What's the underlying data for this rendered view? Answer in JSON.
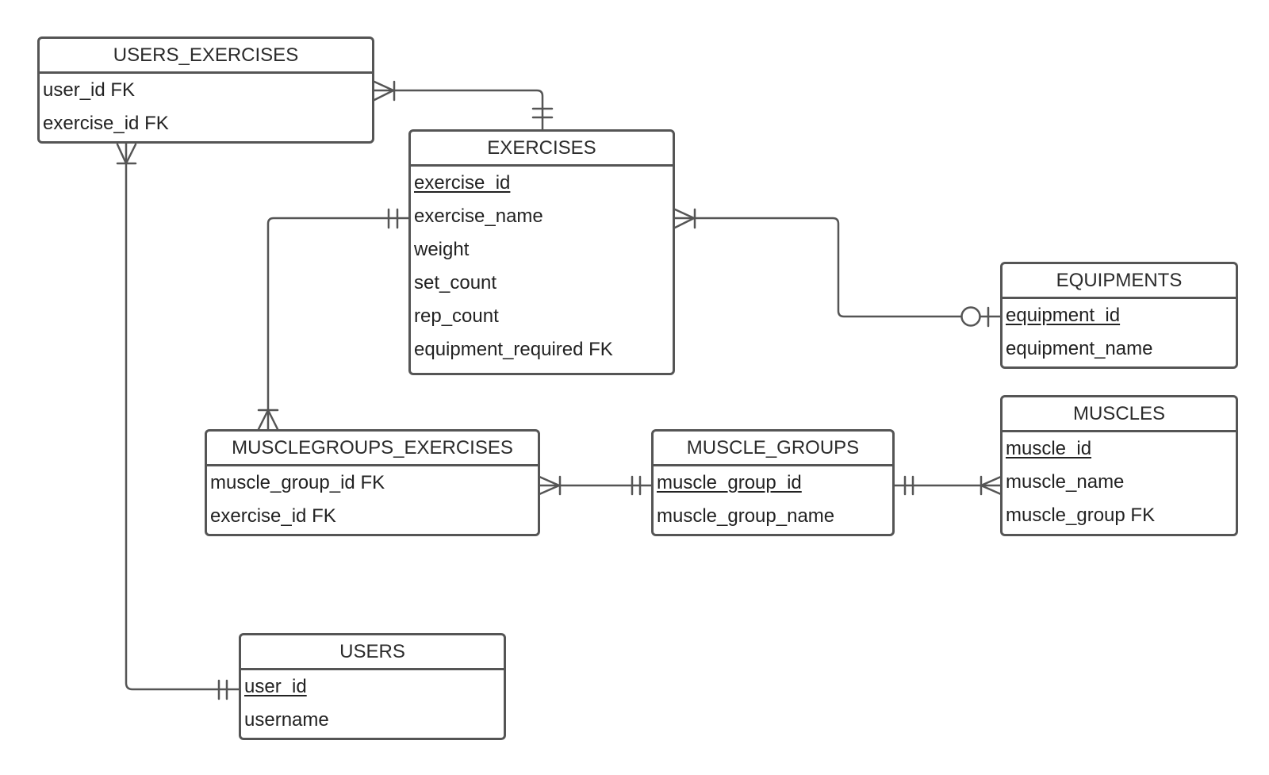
{
  "diagram": {
    "colors": {
      "line": "#555555",
      "text": "#222222",
      "background": "#ffffff"
    },
    "entities": {
      "users_exercises": {
        "title": "USERS_EXERCISES",
        "attributes": [
          {
            "name": "user_id FK",
            "pk": false
          },
          {
            "name": "exercise_id FK",
            "pk": false
          }
        ]
      },
      "exercises": {
        "title": "EXERCISES",
        "attributes": [
          {
            "name": "exercise_id",
            "pk": true
          },
          {
            "name": "exercise_name",
            "pk": false
          },
          {
            "name": "weight",
            "pk": false
          },
          {
            "name": "set_count",
            "pk": false
          },
          {
            "name": "rep_count",
            "pk": false
          },
          {
            "name": "equipment_required FK",
            "pk": false
          }
        ]
      },
      "equipments": {
        "title": "EQUIPMENTS",
        "attributes": [
          {
            "name": "equipment_id",
            "pk": true
          },
          {
            "name": "equipment_name",
            "pk": false
          }
        ]
      },
      "musclegroups_exercises": {
        "title": "MUSCLEGROUPS_EXERCISES",
        "attributes": [
          {
            "name": "muscle_group_id FK",
            "pk": false
          },
          {
            "name": "exercise_id FK",
            "pk": false
          }
        ]
      },
      "muscle_groups": {
        "title": "MUSCLE_GROUPS",
        "attributes": [
          {
            "name": "muscle_group_id",
            "pk": true
          },
          {
            "name": "muscle_group_name",
            "pk": false
          }
        ]
      },
      "muscles": {
        "title": "MUSCLES",
        "attributes": [
          {
            "name": "muscle_id",
            "pk": true
          },
          {
            "name": "muscle_name",
            "pk": false
          },
          {
            "name": "muscle_group FK",
            "pk": false
          }
        ]
      },
      "users": {
        "title": "USERS",
        "attributes": [
          {
            "name": "user_id",
            "pk": true
          },
          {
            "name": "username",
            "pk": false
          }
        ]
      }
    },
    "relationships": [
      {
        "from": "USERS_EXERCISES",
        "to": "EXERCISES",
        "from_cardinality": "one-or-many",
        "to_cardinality": "exactly-one"
      },
      {
        "from": "USERS_EXERCISES",
        "to": "USERS",
        "from_cardinality": "one-or-many",
        "to_cardinality": "exactly-one"
      },
      {
        "from": "EXERCISES",
        "to": "MUSCLEGROUPS_EXERCISES",
        "from_cardinality": "exactly-one",
        "to_cardinality": "one-or-many"
      },
      {
        "from": "EXERCISES",
        "to": "EQUIPMENTS",
        "from_cardinality": "one-or-many",
        "to_cardinality": "zero-or-one"
      },
      {
        "from": "MUSCLEGROUPS_EXERCISES",
        "to": "MUSCLE_GROUPS",
        "from_cardinality": "one-or-many",
        "to_cardinality": "exactly-one"
      },
      {
        "from": "MUSCLE_GROUPS",
        "to": "MUSCLES",
        "from_cardinality": "exactly-one",
        "to_cardinality": "one-or-many"
      }
    ]
  }
}
